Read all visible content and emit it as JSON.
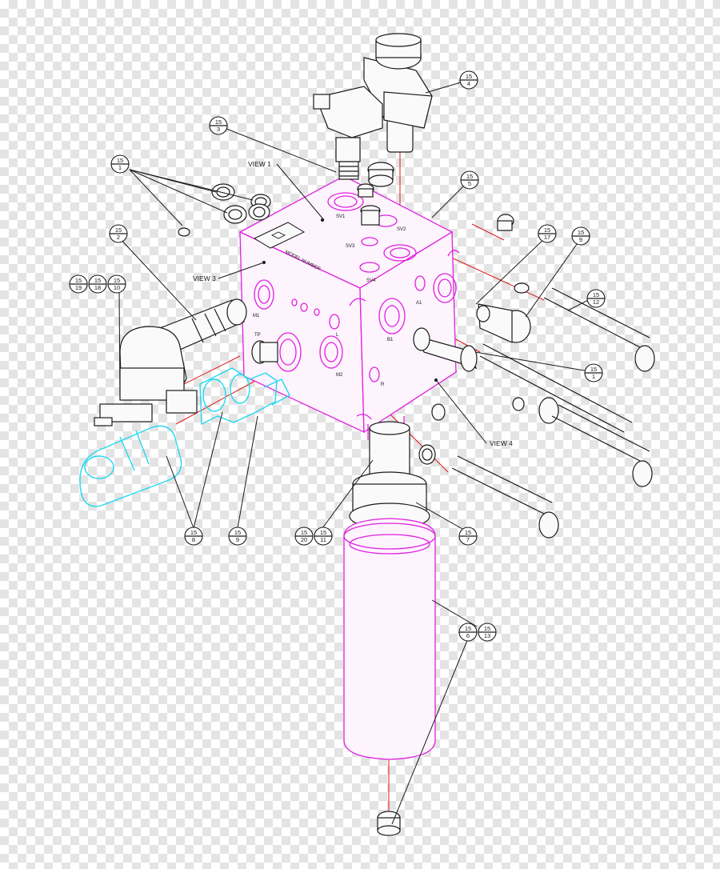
{
  "colors": {
    "assembly_lines": "#1a1a1a",
    "manifold_block": "#e020e0",
    "highlighted_component": "#20d8f0",
    "centerlines": "#e01818"
  },
  "views": [
    {
      "id": "view1",
      "label": "VIEW 1"
    },
    {
      "id": "view3",
      "label": "VIEW 3"
    },
    {
      "id": "view4",
      "label": "VIEW 4"
    }
  ],
  "port_labels": {
    "top_a": "SV1",
    "top_b": "SV2",
    "top_c": "SV3",
    "top_d": "SV4",
    "left_a": "M1",
    "left_b": "TP",
    "left_c": "L",
    "left_d": "M2",
    "front_a": "B1",
    "front_b": "A1",
    "front_c": "R"
  },
  "balloons": [
    {
      "id": "b01",
      "top": "15",
      "bottom": "4"
    },
    {
      "id": "b02",
      "top": "15",
      "bottom": "3"
    },
    {
      "id": "b03",
      "top": "15",
      "bottom": "1"
    },
    {
      "id": "b04",
      "top": "15",
      "bottom": "5"
    },
    {
      "id": "b05",
      "top": "15",
      "bottom": "2"
    },
    {
      "id": "b06",
      "top": "15",
      "bottom": "19"
    },
    {
      "id": "b07",
      "top": "15",
      "bottom": "18"
    },
    {
      "id": "b08",
      "top": "15",
      "bottom": "10"
    },
    {
      "id": "b09",
      "top": "15",
      "bottom": "17"
    },
    {
      "id": "b10",
      "top": "15",
      "bottom": "9"
    },
    {
      "id": "b11",
      "top": "15",
      "bottom": "12"
    },
    {
      "id": "b12",
      "top": "15",
      "bottom": "1"
    },
    {
      "id": "b13",
      "top": "15",
      "bottom": "8"
    },
    {
      "id": "b14",
      "top": "15",
      "bottom": "9"
    },
    {
      "id": "b15",
      "top": "15",
      "bottom": "20"
    },
    {
      "id": "b16",
      "top": "15",
      "bottom": "11"
    },
    {
      "id": "b17",
      "top": "15",
      "bottom": "7"
    },
    {
      "id": "b18",
      "top": "15",
      "bottom": "6"
    },
    {
      "id": "b19",
      "top": "15",
      "bottom": "13"
    }
  ]
}
